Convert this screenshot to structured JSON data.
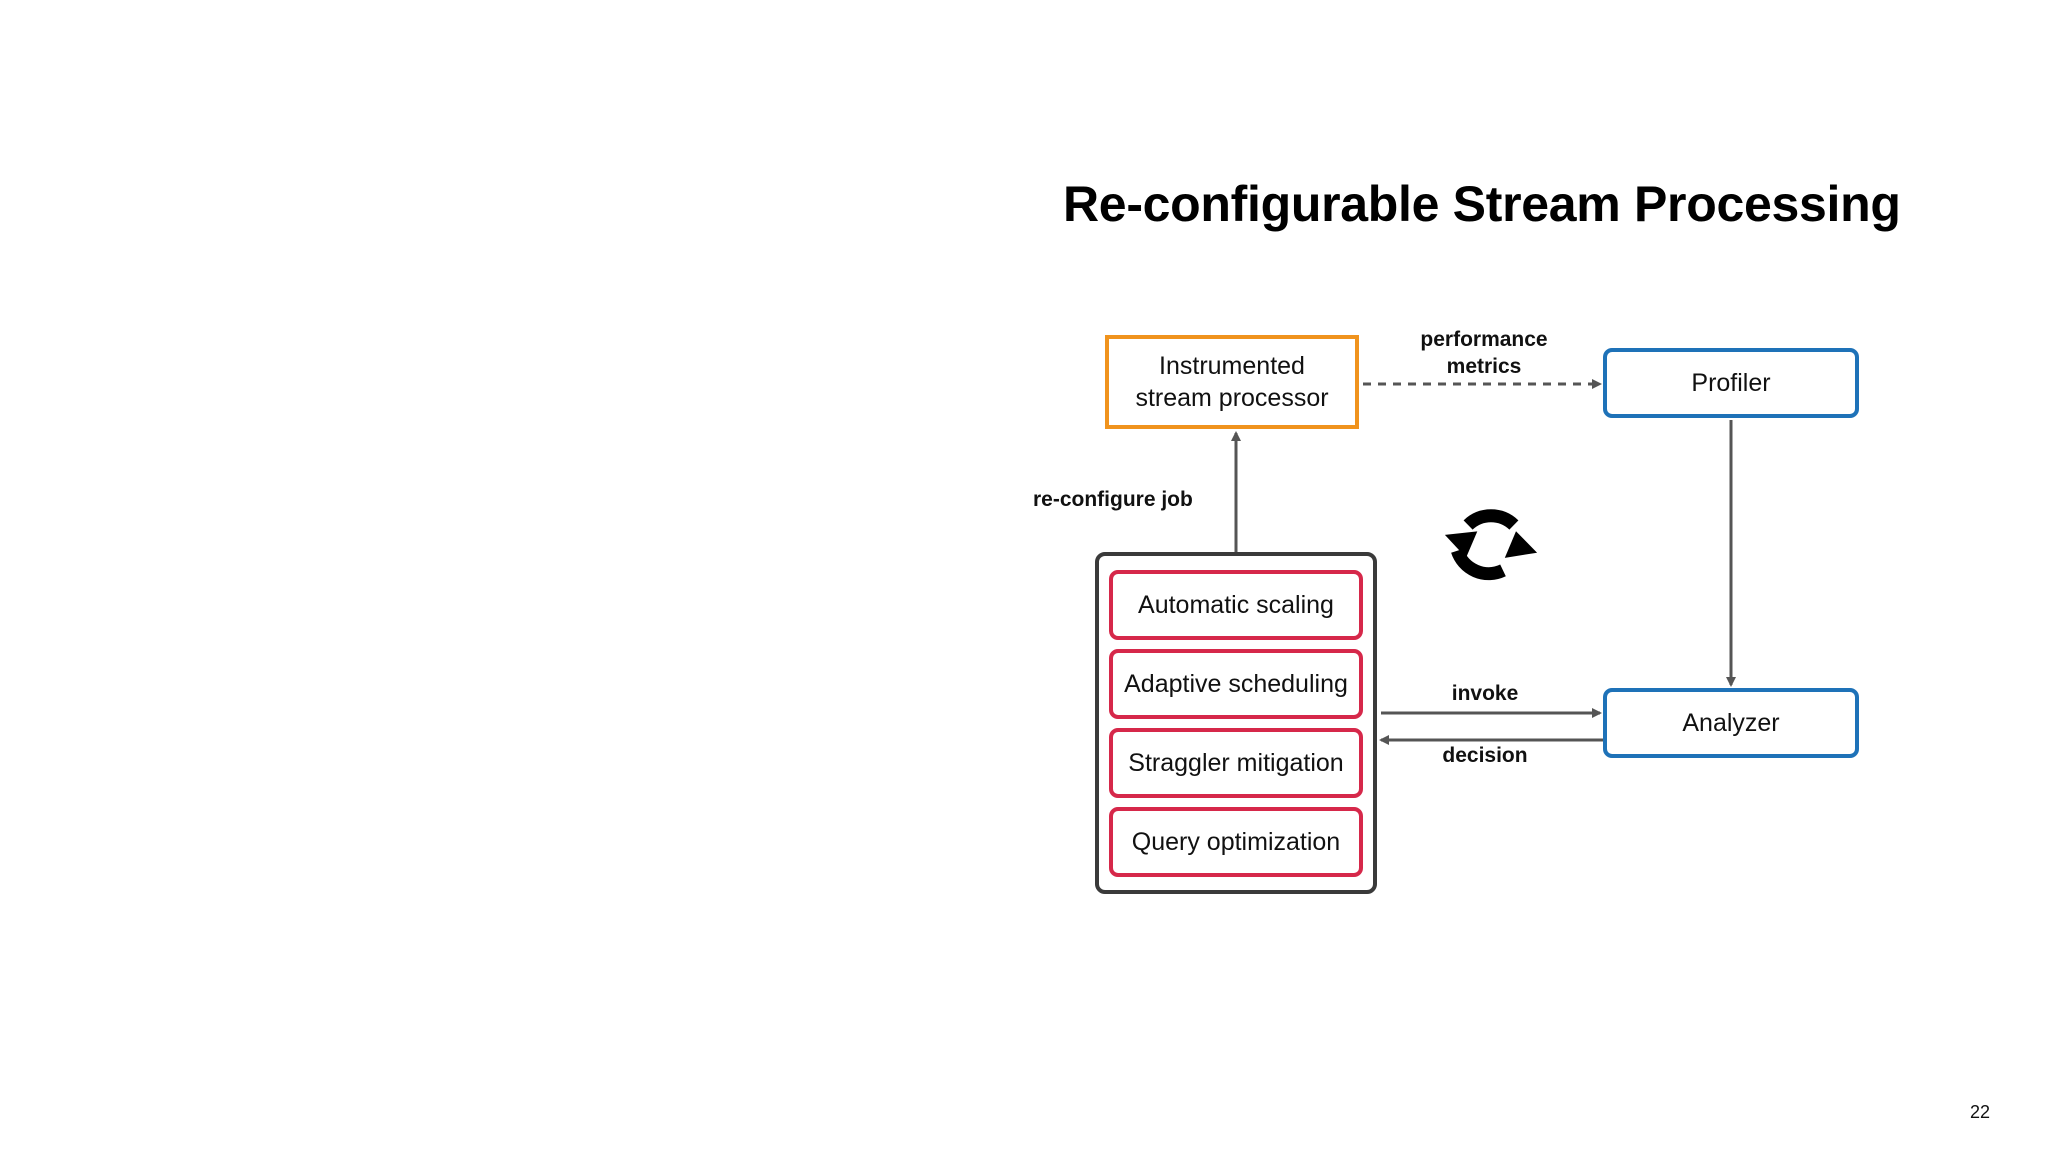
{
  "slide": {
    "title": "Re-configurable Stream Processing",
    "page_number": "22"
  },
  "diagram": {
    "nodes": {
      "processor": "Instrumented\nstream processor",
      "profiler": "Profiler",
      "analyzer": "Analyzer"
    },
    "strategies": [
      "Automatic scaling",
      "Adaptive scheduling",
      "Straggler mitigation",
      "Query optimization"
    ],
    "edge_labels": {
      "performance_metrics": "performance\nmetrics",
      "reconfigure_job": "re-configure job",
      "invoke": "invoke",
      "decision": "decision"
    },
    "icons": {
      "cycle": "refresh-cycle-icon"
    },
    "colors": {
      "processor_border": "#F0931D",
      "component_border": "#1E72B8",
      "strategy_border": "#D6284A",
      "group_border": "#3A3A3A",
      "arrow": "#555555"
    }
  }
}
